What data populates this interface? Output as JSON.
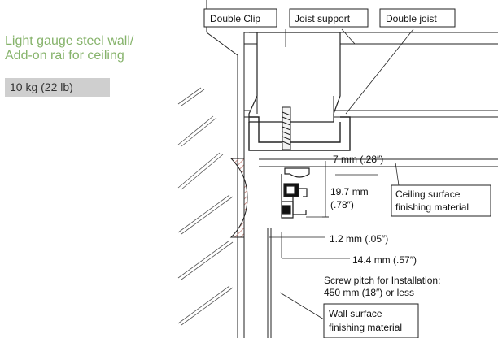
{
  "heading": {
    "line1": "Light gauge steel wall/",
    "line2": "Add-on rai for ceiling"
  },
  "weight": "10 kg (22 lb)",
  "labels": {
    "double_clip": "Double Clip",
    "joist_support": "Joist support",
    "double_joist": "Double joist",
    "ceiling_line1": "Ceiling surface",
    "ceiling_line2": "finishing material",
    "wall_line1": "Wall surface",
    "wall_line2": "finishing material"
  },
  "dimensions": {
    "gap": "7 mm (.28″)",
    "height_value": "19.7 mm",
    "height_imperial": "(.78″)",
    "thickness": "1.2 mm (.05″)",
    "width": "14.4 mm (.57″)"
  },
  "notes": {
    "screw_line1": "Screw pitch for Installation:",
    "screw_line2": "450 mm (18″) or less"
  },
  "colors": {
    "heading": "#86b36b",
    "badge": "#cfcfcf",
    "hatch": "#c07a72"
  }
}
